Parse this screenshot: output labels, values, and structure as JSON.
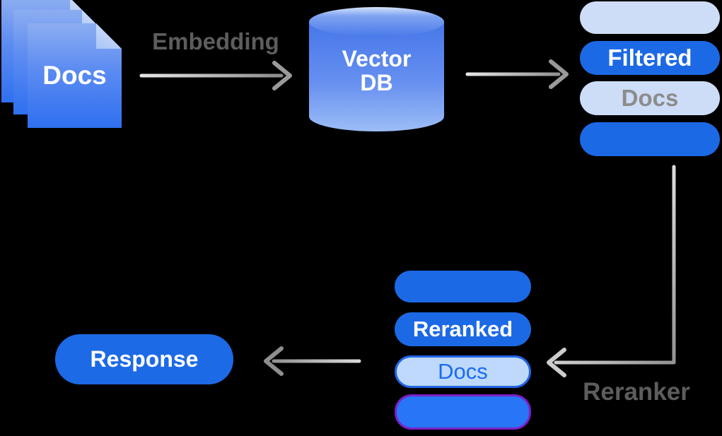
{
  "docs_stack": {
    "label": "Docs"
  },
  "embedding_arrow": {
    "label": "Embedding"
  },
  "vector_db": {
    "line1": "Vector",
    "line2": "DB"
  },
  "filtered_stack": {
    "pills": [
      {
        "label": "",
        "variant": "light"
      },
      {
        "label": "Filtered",
        "variant": "dark"
      },
      {
        "label": "Docs",
        "variant": "light"
      },
      {
        "label": "",
        "variant": "dark"
      }
    ]
  },
  "reranker_arrow": {
    "label": "Reranker"
  },
  "reranked_stack": {
    "pills": [
      {
        "label": "",
        "variant": "dark"
      },
      {
        "label": "Reranked",
        "variant": "dark"
      },
      {
        "label": "Docs",
        "variant": "light-bordered"
      },
      {
        "label": "",
        "variant": "dark-purple"
      }
    ]
  },
  "response": {
    "label": "Response"
  },
  "colors": {
    "background": "#000000",
    "pill_dark_blue": "#1c69e5",
    "pill_bright_blue": "#2776f7",
    "pill_light": "#cdddf8",
    "pill_light_bordered": "#bed9fb",
    "border_blue": "#2166e8",
    "border_purple": "#7d1fc8",
    "doc_gradient_top": "#8cadf1",
    "doc_gradient_bottom": "#2f70f0",
    "label_gray": "#5d5d5d",
    "arrow_gray": "#9a9a9a",
    "text_white": "#ffffff"
  }
}
